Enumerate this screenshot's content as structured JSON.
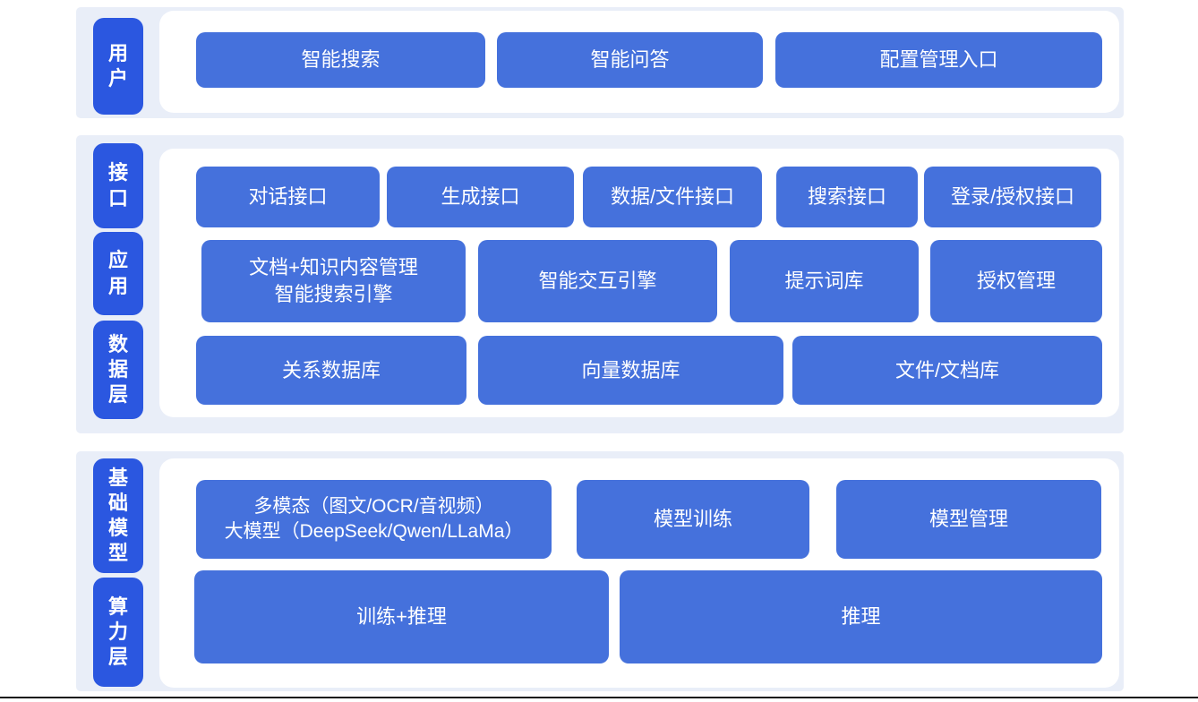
{
  "diagram": {
    "colors": {
      "section_background": "#e9eef8",
      "panel_background": "#ffffff",
      "pill_blue": "#2b57e0",
      "button_blue": "#4571dc",
      "text_white": "#ffffff",
      "bottom_rule": "#161616"
    },
    "sections": [
      {
        "name": "user-layer",
        "pills": [
          {
            "label": "用户"
          }
        ],
        "rows": [
          {
            "buttons": [
              {
                "label": "智能搜索"
              },
              {
                "label": "智能问答"
              },
              {
                "label": "配置管理入口"
              }
            ]
          }
        ]
      },
      {
        "name": "interface-application-data-layer",
        "pills": [
          {
            "label": "接口"
          },
          {
            "label": "应用"
          },
          {
            "label": "数据层"
          }
        ],
        "rows": [
          {
            "buttons": [
              {
                "label": "对话接口"
              },
              {
                "label": "生成接口"
              },
              {
                "label": "数据/文件接口"
              },
              {
                "label": "搜索接口"
              },
              {
                "label": "登录/授权接口"
              }
            ]
          },
          {
            "buttons": [
              {
                "label": "文档+知识内容管理\n智能搜索引擎"
              },
              {
                "label": "智能交互引擎"
              },
              {
                "label": "提示词库"
              },
              {
                "label": "授权管理"
              }
            ]
          },
          {
            "buttons": [
              {
                "label": "关系数据库"
              },
              {
                "label": "向量数据库"
              },
              {
                "label": "文件/文档库"
              }
            ]
          }
        ]
      },
      {
        "name": "foundation-model-compute-layer",
        "pills": [
          {
            "label": "基础模型"
          },
          {
            "label": "算力层"
          }
        ],
        "rows": [
          {
            "buttons": [
              {
                "label": "多模态（图文/OCR/音视频）\n大模型（DeepSeek/Qwen/LLaMa）"
              },
              {
                "label": "模型训练"
              },
              {
                "label": "模型管理"
              }
            ]
          },
          {
            "buttons": [
              {
                "label": "训练+推理"
              },
              {
                "label": "推理"
              }
            ]
          }
        ]
      }
    ]
  }
}
